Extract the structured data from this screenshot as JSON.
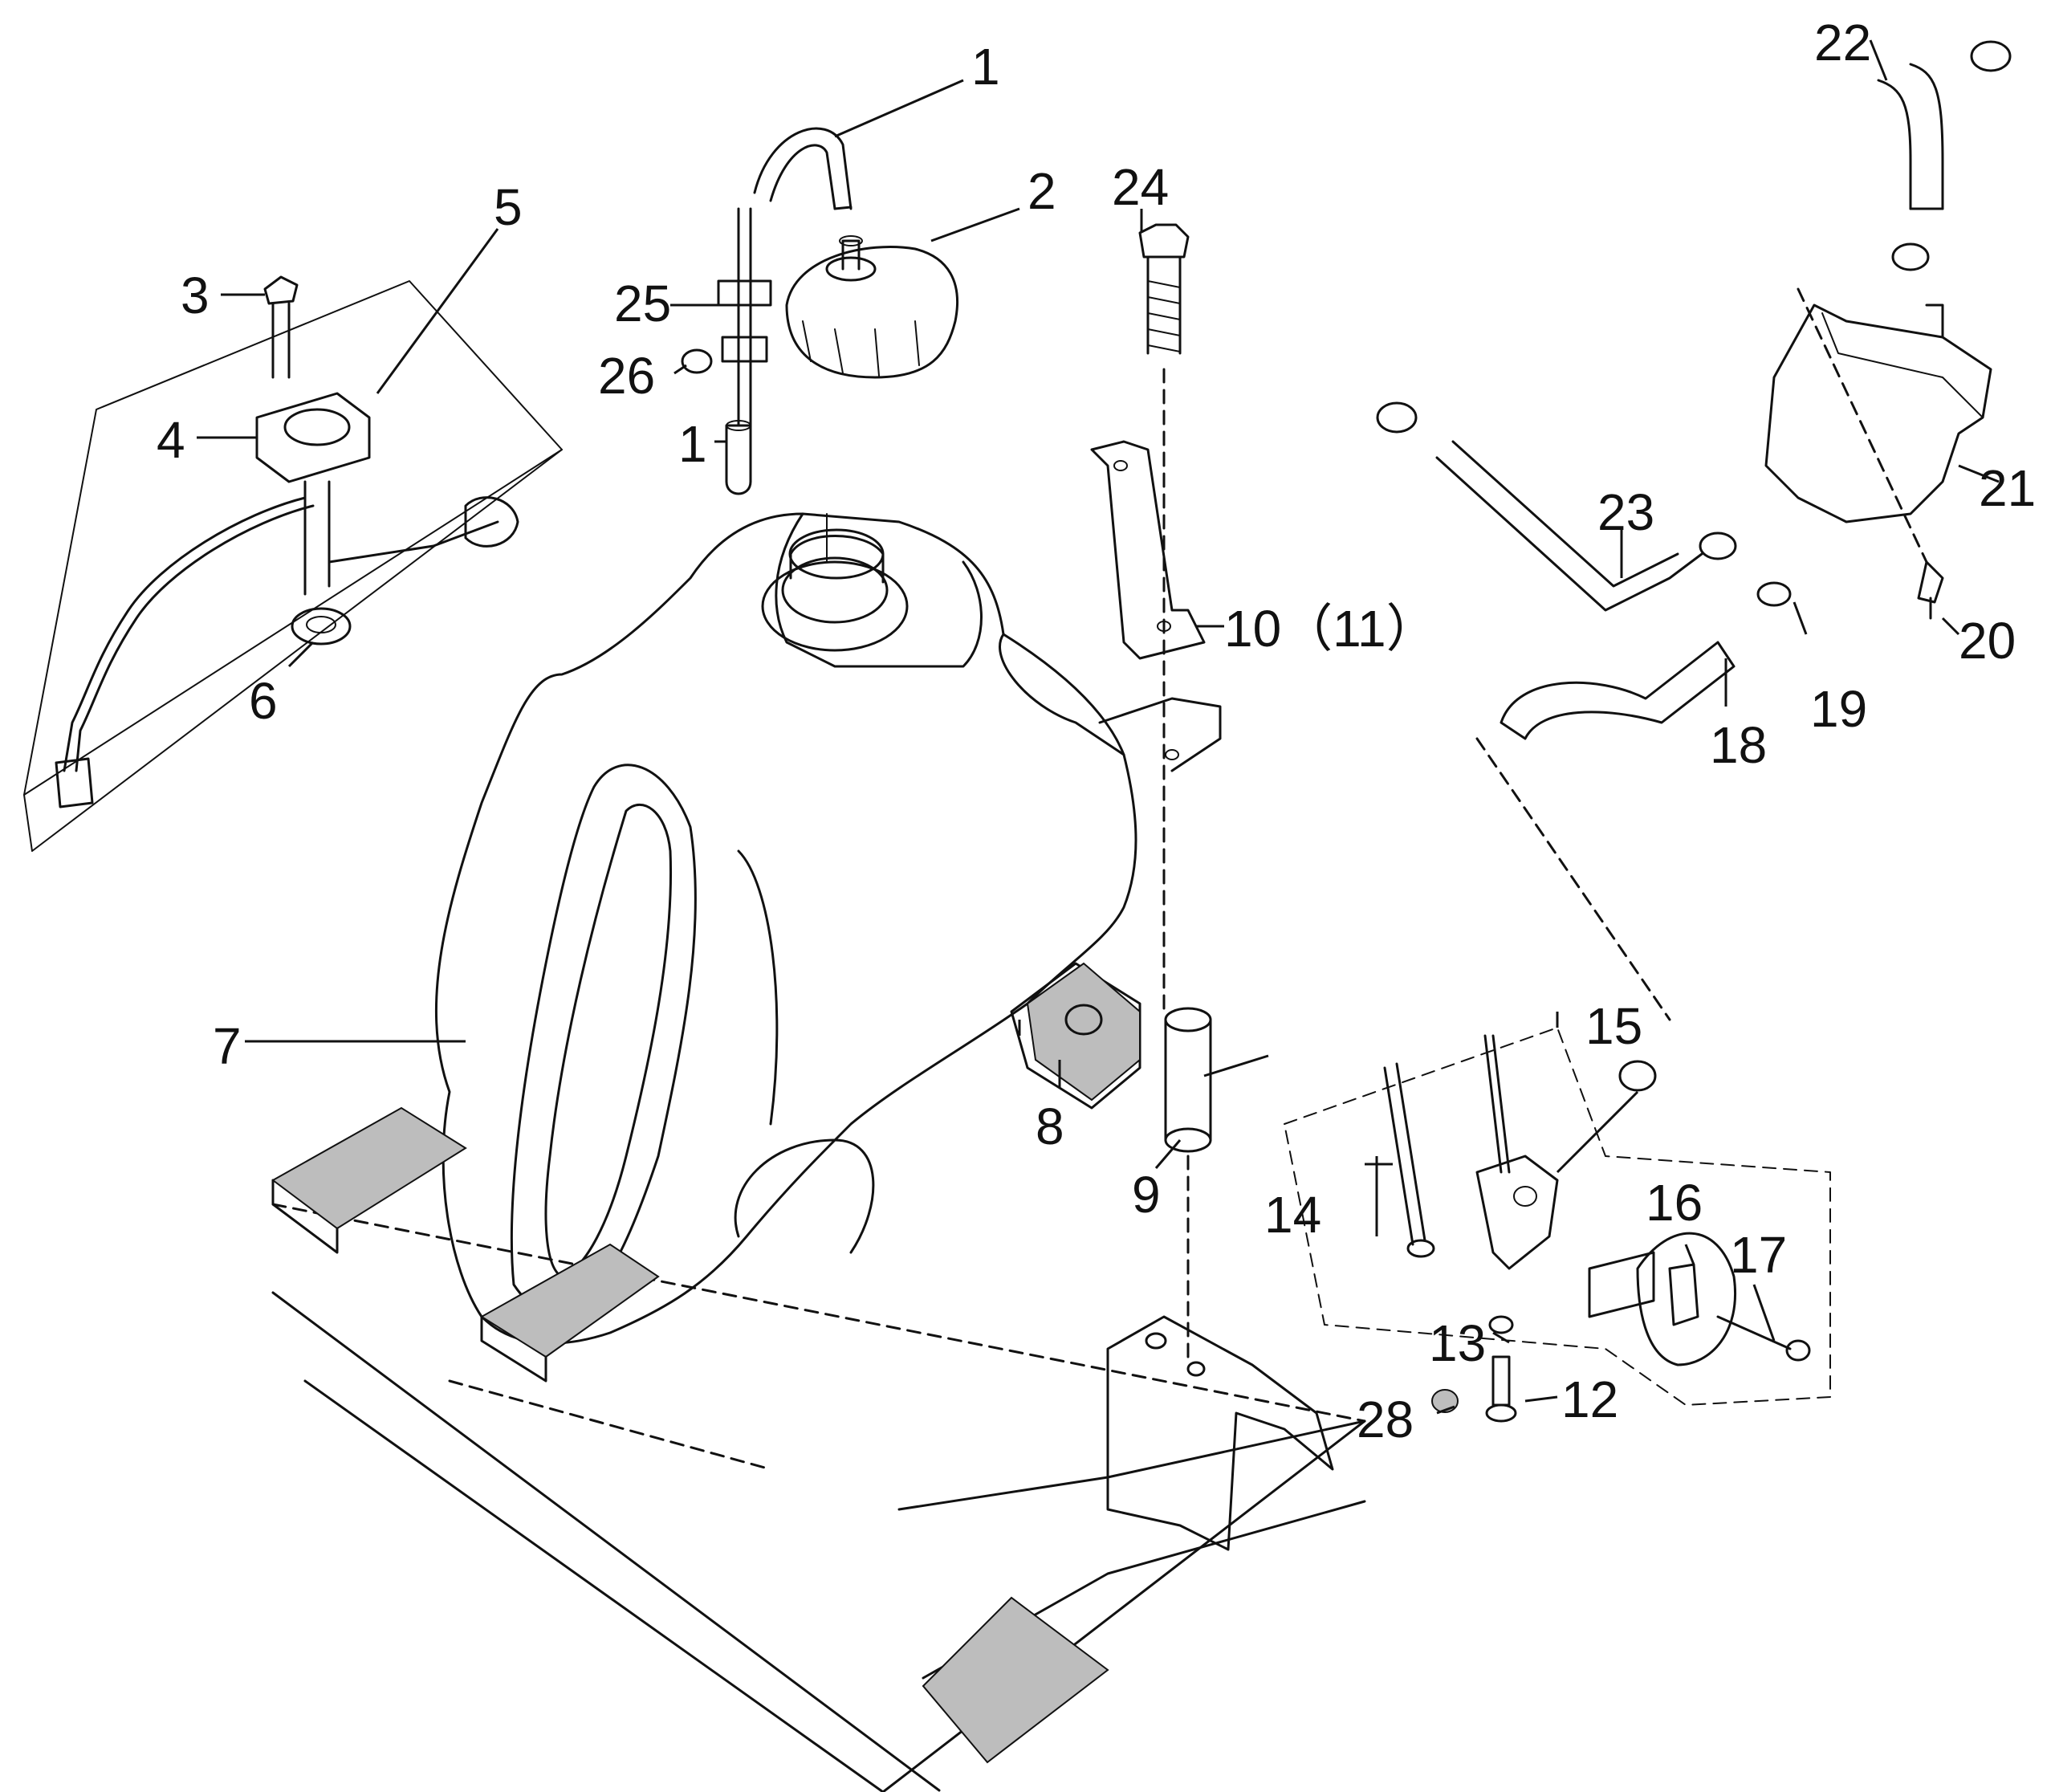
{
  "callouts": [
    {
      "id": "c1a",
      "label": "1"
    },
    {
      "id": "c1b",
      "label": "1"
    },
    {
      "id": "c2",
      "label": "2"
    },
    {
      "id": "c3",
      "label": "3"
    },
    {
      "id": "c4",
      "label": "4"
    },
    {
      "id": "c5",
      "label": "5"
    },
    {
      "id": "c6",
      "label": "6"
    },
    {
      "id": "c7",
      "label": "7"
    },
    {
      "id": "c8",
      "label": "8"
    },
    {
      "id": "c9",
      "label": "9"
    },
    {
      "id": "c10",
      "label": "10（11）"
    },
    {
      "id": "c12",
      "label": "12"
    },
    {
      "id": "c13",
      "label": "13"
    },
    {
      "id": "c14",
      "label": "14"
    },
    {
      "id": "c15",
      "label": "15"
    },
    {
      "id": "c16",
      "label": "16"
    },
    {
      "id": "c17",
      "label": "17"
    },
    {
      "id": "c18",
      "label": "18"
    },
    {
      "id": "c19",
      "label": "19"
    },
    {
      "id": "c20",
      "label": "20"
    },
    {
      "id": "c21",
      "label": "21"
    },
    {
      "id": "c22",
      "label": "22"
    },
    {
      "id": "c23",
      "label": "23"
    },
    {
      "id": "c24",
      "label": "24"
    },
    {
      "id": "c25",
      "label": "25"
    },
    {
      "id": "c26",
      "label": "26"
    },
    {
      "id": "c28",
      "label": "28"
    }
  ]
}
